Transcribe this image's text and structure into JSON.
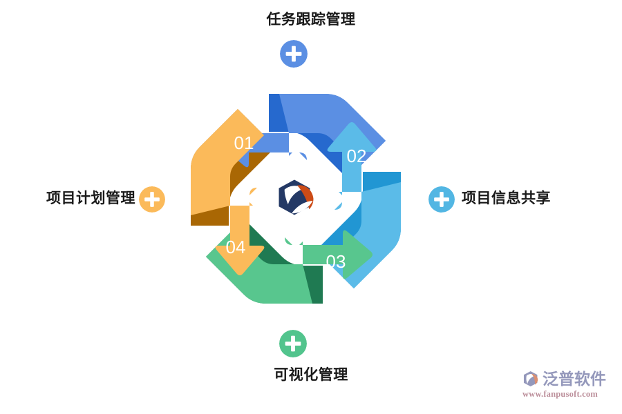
{
  "diagram": {
    "title_visible": false,
    "type": "cycle",
    "center_logo": {
      "icon": "fanpu-hexagon-logo",
      "navy": "#243965",
      "orange": "#CC4B16"
    },
    "segments": [
      {
        "number": "01",
        "label": "任务跟踪管理",
        "position": "top",
        "direction": "left",
        "color": "#5B8FE3",
        "shadow_color": "#2669CE",
        "plus_color": "#5B8FE3"
      },
      {
        "number": "02",
        "label": "项目信息共享",
        "position": "right",
        "direction": "up",
        "color": "#5BBBE8",
        "shadow_color": "#2196D3",
        "plus_color": "#52B6E3"
      },
      {
        "number": "03",
        "label": "可视化管理",
        "position": "bottom",
        "direction": "right",
        "color": "#58C68E",
        "shadow_color": "#1F7A52",
        "plus_color": "#52C48D"
      },
      {
        "number": "04",
        "label": "项目计划管理",
        "position": "left",
        "direction": "down",
        "color": "#FBBA5A",
        "shadow_color": "#A96704",
        "plus_color": "#FBBA5A"
      }
    ]
  },
  "watermark": {
    "brand": "泛普软件",
    "url": "www.fanpusoft.com",
    "icon": "fanpu-logo-mark",
    "brand_color": "#8F93B8",
    "url_color": "#B98A96"
  }
}
